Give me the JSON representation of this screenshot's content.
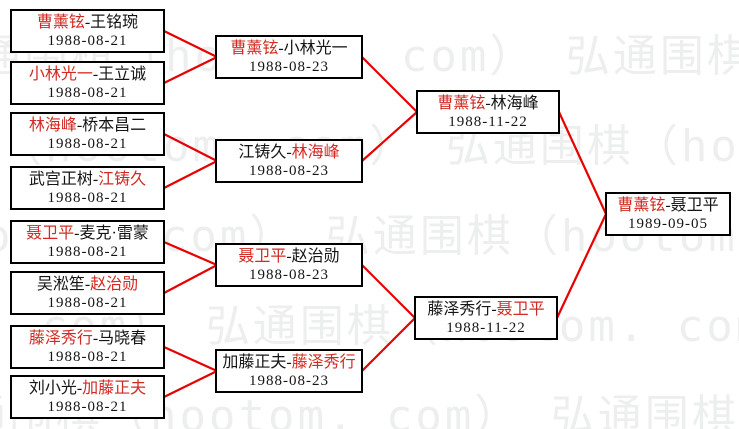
{
  "colors": {
    "winner_text": "#d22a22",
    "connector_line": "#e60000",
    "box_border": "#000000",
    "box_text": "#141414",
    "background": "#ffffff",
    "watermark_gray": "#edefee"
  },
  "watermark": {
    "text": "弘通围棋（hootom. com）"
  },
  "separator": "-",
  "matches": [
    {
      "round": 1,
      "p1": "曹薰铉",
      "p2": "王铭琬",
      "winner": "p1",
      "date": "1988-08-21"
    },
    {
      "round": 1,
      "p1": "小林光一",
      "p2": "王立诚",
      "winner": "p1",
      "date": "1988-08-21"
    },
    {
      "round": 1,
      "p1": "林海峰",
      "p2": "桥本昌二",
      "winner": "p1",
      "date": "1988-08-21"
    },
    {
      "round": 1,
      "p1": "武宫正树",
      "p2": "江铸久",
      "winner": "p2",
      "date": "1988-08-21"
    },
    {
      "round": 1,
      "p1": "聂卫平",
      "p2": "麦克·雷蒙",
      "winner": "p1",
      "date": "1988-08-21"
    },
    {
      "round": 1,
      "p1": "吴淞笙",
      "p2": "赵治勋",
      "winner": "p2",
      "date": "1988-08-21"
    },
    {
      "round": 1,
      "p1": "藤泽秀行",
      "p2": "马晓春",
      "winner": "p1",
      "date": "1988-08-21"
    },
    {
      "round": 1,
      "p1": "刘小光",
      "p2": "加藤正夫",
      "winner": "p2",
      "date": "1988-08-21"
    },
    {
      "round": 2,
      "p1": "曹薰铉",
      "p2": "小林光一",
      "winner": "p1",
      "date": "1988-08-23"
    },
    {
      "round": 2,
      "p1": "江铸久",
      "p2": "林海峰",
      "winner": "p2",
      "date": "1988-08-23"
    },
    {
      "round": 2,
      "p1": "聂卫平",
      "p2": "赵治勋",
      "winner": "p1",
      "date": "1988-08-23"
    },
    {
      "round": 2,
      "p1": "加藤正夫",
      "p2": "藤泽秀行",
      "winner": "p2",
      "date": "1988-08-23"
    },
    {
      "round": 3,
      "p1": "曹薰铉",
      "p2": "林海峰",
      "winner": "p1",
      "date": "1988-11-22"
    },
    {
      "round": 3,
      "p1": "藤泽秀行",
      "p2": "聂卫平",
      "winner": "p2",
      "date": "1988-11-22"
    },
    {
      "round": 4,
      "p1": "曹薰铉",
      "p2": "聂卫平",
      "winner": "p1",
      "date": "1989-09-05"
    }
  ]
}
